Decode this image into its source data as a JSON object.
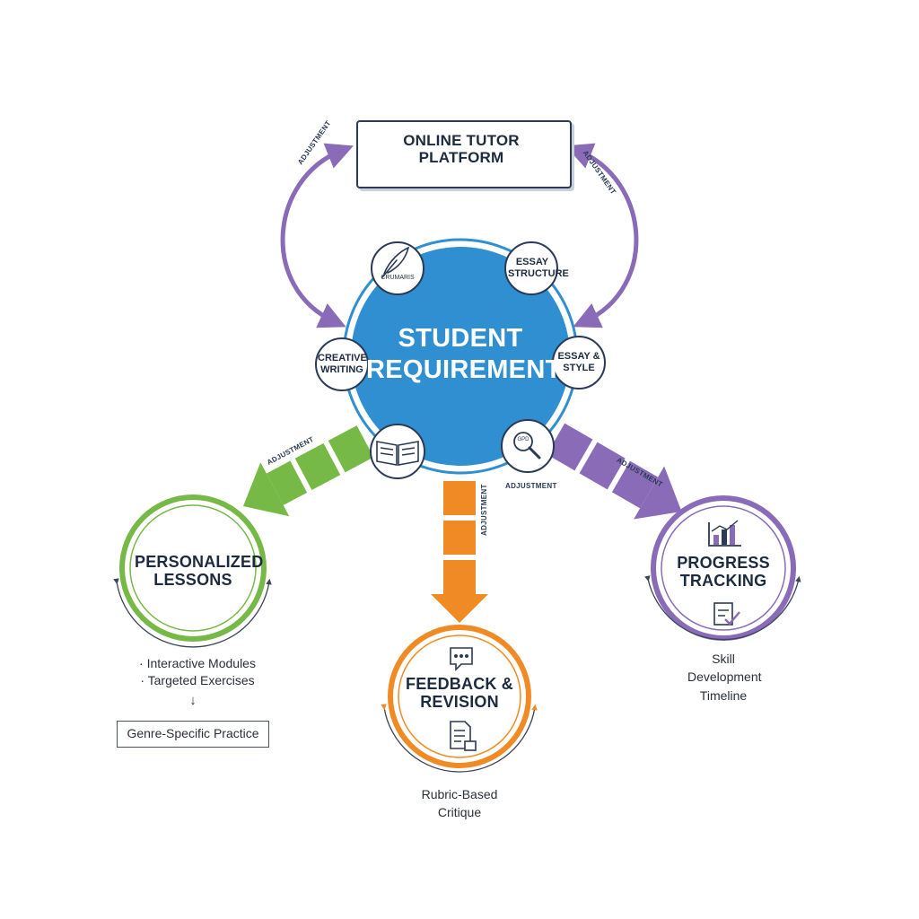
{
  "platform": {
    "title": "ONLINE TUTOR PLATFORM"
  },
  "center": {
    "title": "STUDENT REQUIREMENTS"
  },
  "satellites": {
    "top_left": "CRUMARIS",
    "top_right": "ESSAY STRUCTURE",
    "left": "CREATIVE WRITING",
    "right": "ESSAY & STYLE",
    "bottom_right_badge": "GPD"
  },
  "adjustment_labels": {
    "top_left": "ADJUSTMENT",
    "top_right": "ADJUSTMENT",
    "left_arrow": "ADJUSTMENT",
    "center_arrow": "ADJUSTMENT",
    "bottom": "ADJUSTMENT",
    "right_arrow": "ADJUSTMENT"
  },
  "nodes": {
    "personalized": {
      "title": "PERSONALIZED LESSONS",
      "bullets": [
        "Interactive Modules",
        "Targeted Exercises"
      ],
      "down_arrow": "↓",
      "box": "Genre-Specific Practice"
    },
    "feedback": {
      "title": "FEEDBACK & REVISION",
      "caption": "Rubric-Based Critique"
    },
    "progress": {
      "title": "PROGRESS TRACKING",
      "caption": "Skill Development Timeline"
    }
  },
  "colors": {
    "blue": "#2f8fd0",
    "green": "#76b947",
    "orange": "#f08a24",
    "purple": "#8a6bb8",
    "navy": "#1d2b3e"
  },
  "icons": {
    "platform_left": "headset-icon",
    "platform_right": "monitor-icon",
    "satellite_top_left": "quill-icon",
    "satellite_bottom_left": "open-book-icon",
    "satellite_bottom_right": "magnifier-icon",
    "feedback_top": "chat-bubble-icon",
    "feedback_bottom": "document-icon",
    "progress_top": "bar-chart-icon",
    "progress_bottom": "checklist-icon"
  }
}
